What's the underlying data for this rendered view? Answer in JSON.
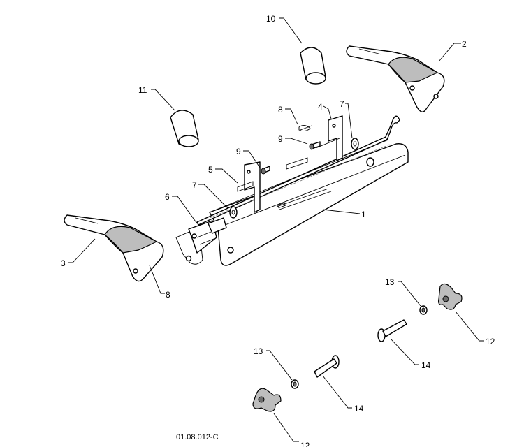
{
  "diagram": {
    "figure_code": "01.08.012-C",
    "callouts": {
      "c1": "1",
      "c2": "2",
      "c3": "3",
      "c4": "4",
      "c5": "5",
      "c6": "6",
      "c7a": "7",
      "c7b": "7",
      "c8a": "8",
      "c8b": "8",
      "c9a": "9",
      "c9b": "9",
      "c10": "10",
      "c11": "11",
      "c12a": "12",
      "c12b": "12",
      "c13a": "13",
      "c13b": "13",
      "c14a": "14",
      "c14b": "14"
    }
  }
}
